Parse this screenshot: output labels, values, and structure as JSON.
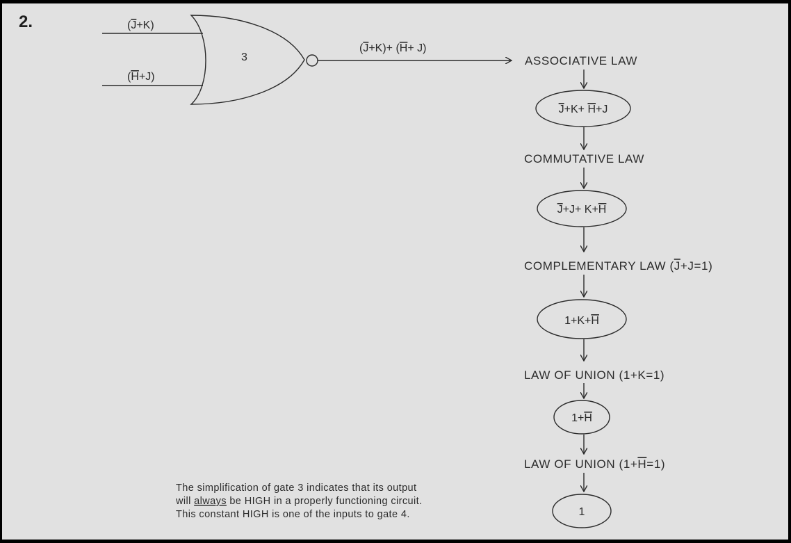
{
  "problem_number": "2.",
  "gate": {
    "label": "3",
    "input_top": {
      "open": "(",
      "bar": "J",
      "rest": "+K)"
    },
    "input_bottom": {
      "open": "(",
      "bar": "H",
      "rest": "+J)"
    },
    "output": {
      "p1": "(",
      "b1": "J",
      "p2": "+K)+ (",
      "b2": "H",
      "p3": "+ J)"
    }
  },
  "steps": [
    {
      "law": "ASSOCIATIVE LAW",
      "result": {
        "b1": "J",
        "t1": "+K+ ",
        "b2": "H",
        "t2": "+J"
      }
    },
    {
      "law": "COMMUTATIVE LAW",
      "result": {
        "b1": "J",
        "t1": "+J+ K+",
        "b2": "H"
      }
    },
    {
      "law": {
        "text": "COMPLEMENTARY LAW (",
        "bar": "J",
        "rest": "+J=1)"
      },
      "result": {
        "t0": "1+K+",
        "b1": "H"
      }
    },
    {
      "law": "LAW OF UNION (1+K=1)",
      "result": {
        "t0": "1+",
        "b1": "H"
      }
    },
    {
      "law": {
        "text": "LAW OF UNION (1+",
        "bar": "H",
        "rest": "=1)"
      },
      "result": "1"
    }
  ],
  "note": {
    "line1": "The simplification of gate 3 indicates that its output",
    "line2_pre": "will ",
    "line2_emph": "always",
    "line2_post": " be HIGH in a properly functioning circuit.",
    "line3": "This constant HIGH is one of the inputs to gate 4."
  }
}
